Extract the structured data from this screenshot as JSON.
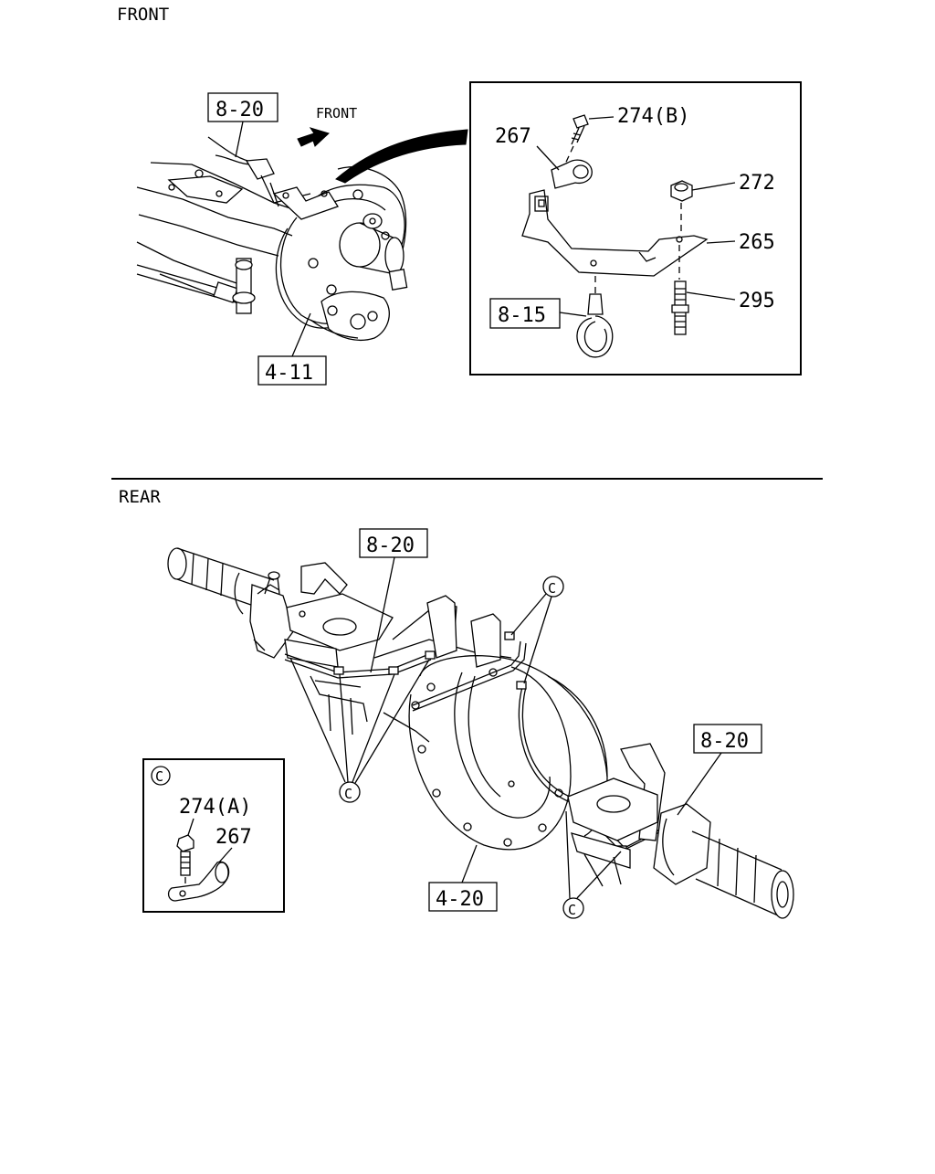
{
  "sections": {
    "front": "FRONT",
    "rear": "REAR"
  },
  "front": {
    "direction_label": "FRONT",
    "refs": {
      "wiring": "8-20",
      "brake": "4-11",
      "clip": "8-15"
    },
    "parts": {
      "bolt_b": "274(B)",
      "clamp": "267",
      "nut": "272",
      "bracket": "265",
      "stud": "295"
    }
  },
  "rear": {
    "refs": {
      "wiring_left": "8-20",
      "wiring_right": "8-20",
      "axle": "4-20"
    },
    "callout": "C",
    "detail": {
      "marker": "C",
      "bolt_a": "274(A)",
      "clamp": "267"
    }
  }
}
